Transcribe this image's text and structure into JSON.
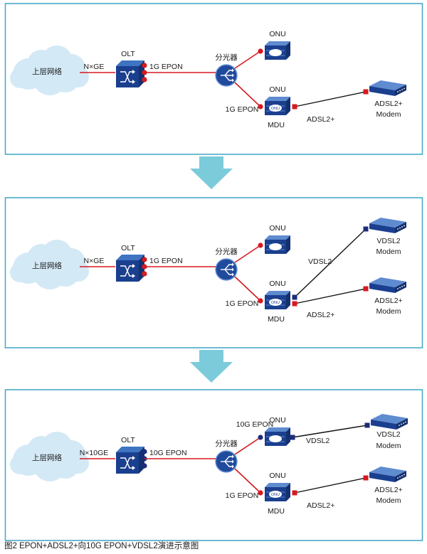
{
  "colors": {
    "frame": "#4aaac8",
    "arrow": "#7ccbdb",
    "red": "#d71920",
    "navy": "#1d2c7a",
    "black": "#111111",
    "cloud": "#d4e9f6",
    "cloudStroke": "#b3d3ea",
    "deviceDark": "#1b3f8f",
    "deviceLight": "#3f74c2"
  },
  "caption": "图2  EPON+ADSL2+向10G EPON+VDSL2演进示意图",
  "panels": [
    {
      "cloud_label": "上层网络",
      "uplink_label": "N×GE",
      "olt_label": "OLT",
      "olt_pon_label": "1G EPON",
      "olt_port_color": "red",
      "splitter_label": "分光器",
      "onu_label": "ONU",
      "onu_port_color": "red",
      "mdu_onu_label": "ONU",
      "mdu_pon_label": "1G EPON",
      "mdu_label": "MDU",
      "modems": [
        {
          "line_label": "ADSL2+",
          "name_line1": "ADSL2+",
          "name_line2": "Modem",
          "color": "red"
        }
      ]
    },
    {
      "cloud_label": "上层网络",
      "uplink_label": "N×GE",
      "olt_label": "OLT",
      "olt_pon_label": "1G EPON",
      "olt_port_color": "red",
      "splitter_label": "分光器",
      "onu_label": "ONU",
      "onu_port_color": "red",
      "mdu_onu_label": "ONU",
      "mdu_pon_label": "1G EPON",
      "mdu_label": "MDU",
      "modems": [
        {
          "line_label": "VDSL2",
          "name_line1": "VDSL2",
          "name_line2": "Modem",
          "color": "navy"
        },
        {
          "line_label": "ADSL2+",
          "name_line1": "ADSL2+",
          "name_line2": "Modem",
          "color": "red"
        }
      ]
    },
    {
      "cloud_label": "上层网络",
      "uplink_label": "N×10GE",
      "olt_label": "OLT",
      "olt_pon_label": "10G EPON",
      "olt_port_color": "navy",
      "splitter_label": "分光器",
      "onu_label": "ONU",
      "onu_pon_label": "10G EPON",
      "onu_port_color": "navy",
      "onu_modem": {
        "line_label": "VDSL2",
        "name_line1": "VDSL2",
        "name_line2": "Modem",
        "color": "navy"
      },
      "mdu_onu_label": "ONU",
      "mdu_pon_label": "1G EPON",
      "mdu_label": "MDU",
      "modems": [
        {
          "line_label": "ADSL2+",
          "name_line1": "ADSL2+",
          "name_line2": "Modem",
          "color": "red"
        }
      ]
    }
  ]
}
